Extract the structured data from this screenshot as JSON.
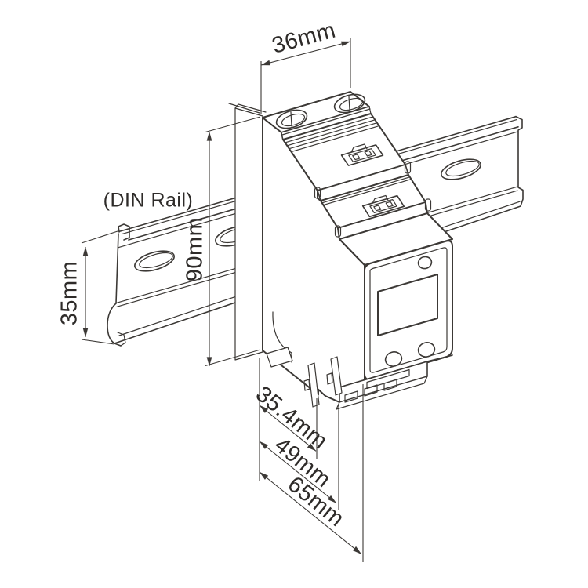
{
  "diagram": {
    "labels": {
      "top_width": "36mm",
      "device_height": "90mm",
      "rail_height": "35mm",
      "din_rail_note": "(DIN Rail)",
      "depth_rear": "35.4mm",
      "depth_mid": "49mm",
      "depth_full": "65mm"
    },
    "colors": {
      "line": "#3c3936",
      "background": "#ffffff"
    }
  }
}
